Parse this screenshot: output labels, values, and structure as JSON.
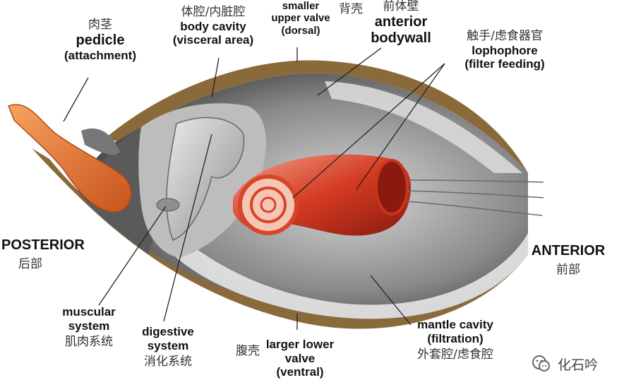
{
  "labels": {
    "pedicle": {
      "zh": "肉茎",
      "en1": "pedicle",
      "en2": "(attachment)"
    },
    "body_cavity": {
      "zh": "体腔/内脏腔",
      "en1": "body cavity",
      "en2": "(visceral area)"
    },
    "upper_valve": {
      "en1": "smaller",
      "en2": "upper valve",
      "en3": "(dorsal)",
      "zh": "背壳"
    },
    "anterior_bodywall": {
      "zh": "前体壁",
      "en1": "anterior",
      "en2": "bodywall"
    },
    "lophophore": {
      "zh": "触手/虑食器官",
      "en1": "lophophore",
      "en2": "(filter feeding)"
    },
    "posterior": {
      "en": "POSTERIOR",
      "zh": "后部"
    },
    "anterior": {
      "en": "ANTERIOR",
      "zh": "前部"
    },
    "muscular": {
      "en1": "muscular",
      "en2": "system",
      "zh": "肌肉系统"
    },
    "digestive": {
      "en1": "digestive",
      "en2": "system",
      "zh": "消化系统"
    },
    "lower_valve": {
      "zh": "腹壳",
      "en1": "larger lower",
      "en2": "valve",
      "en3": "(ventral)"
    },
    "mantle": {
      "en1": "mantle cavity",
      "en2": "(filtration)",
      "zh": "外套腔/虑食腔"
    }
  },
  "watermark": {
    "text": "化石吟",
    "icon": "wechat-icon"
  },
  "colors": {
    "shell": "#8a6a3a",
    "flesh": "#d84a2e",
    "pedicle": "#e07a3a",
    "cavity": "#2a2a2a"
  }
}
